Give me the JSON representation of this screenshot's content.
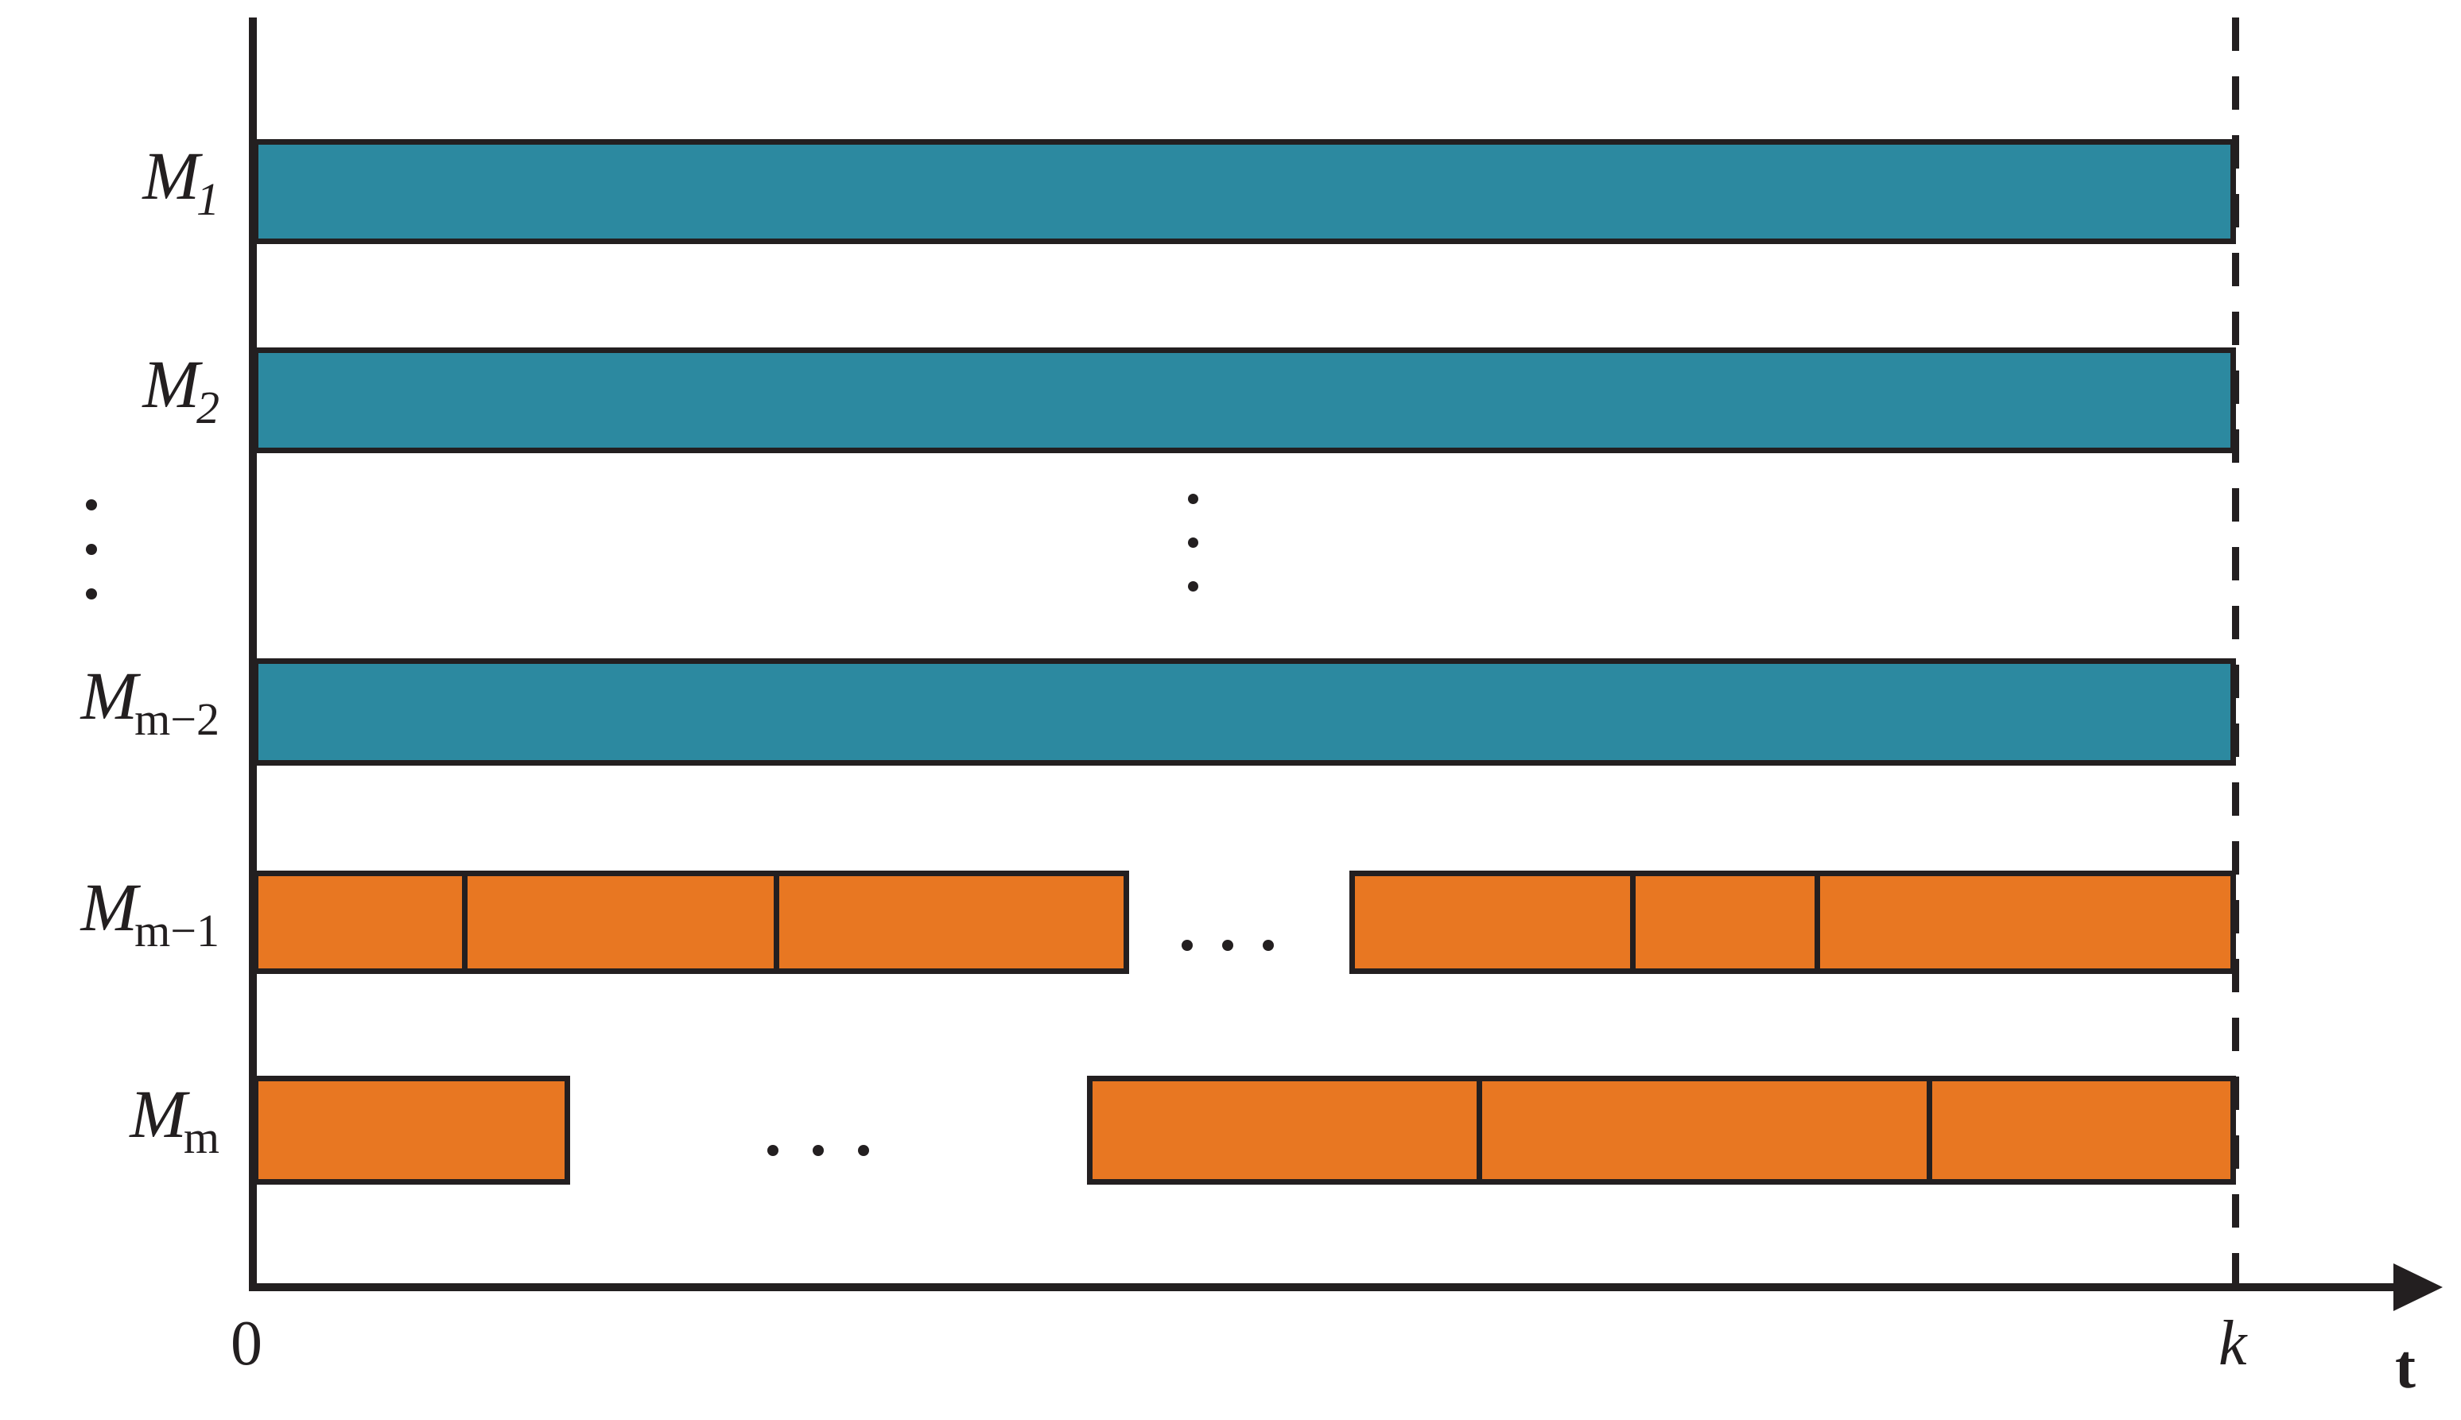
{
  "figure": {
    "type": "gantt-schedule-diagram",
    "description": "Machine schedule Gantt chart over time horizon 0 to k"
  },
  "colors": {
    "teal": "#2c89a0",
    "orange": "#e87722",
    "stroke": "#231f20",
    "background": "#ffffff"
  },
  "axes": {
    "x_name": "t",
    "x_ticks": [
      {
        "id": "origin",
        "label": "0"
      },
      {
        "id": "deadline",
        "label": "k"
      }
    ],
    "y_origin_label": "0",
    "deadline_style": "dashed"
  },
  "rows": [
    {
      "id": "M1",
      "label_base": "M",
      "label_sub": "1",
      "sub_italic": true,
      "color": "teal",
      "segments": [
        {
          "start": 0,
          "end": 1,
          "dividers": []
        }
      ],
      "trailing_ellipsis": false
    },
    {
      "id": "M2",
      "label_base": "M",
      "label_sub": "2",
      "sub_italic": true,
      "color": "teal",
      "segments": [
        {
          "start": 0,
          "end": 1,
          "dividers": []
        }
      ],
      "trailing_ellipsis": false
    },
    {
      "id": "Mm-2",
      "label_base": "M",
      "label_sub": "m−2",
      "sub_italic": false,
      "color": "teal",
      "segments": [
        {
          "start": 0,
          "end": 1,
          "dividers": []
        }
      ],
      "trailing_ellipsis": false
    },
    {
      "id": "Mm-1",
      "label_base": "M",
      "label_sub": "m−1",
      "sub_italic": false,
      "color": "orange",
      "segments": [
        {
          "start": 0.0,
          "end": 0.441,
          "dividers": [
            0.105,
            0.262
          ]
        },
        {
          "start": 0.553,
          "end": 1.0,
          "dividers": [
            0.622,
            0.668
          ]
        }
      ],
      "trailing_ellipsis": true
    },
    {
      "id": "Mm",
      "label_base": "M",
      "label_sub": "m",
      "sub_italic": false,
      "color": "orange",
      "segments": [
        {
          "start": 0.0,
          "end": 0.159,
          "dividers": []
        },
        {
          "start": 0.42,
          "end": 1.0,
          "dividers": [
            0.616,
            0.841
          ]
        }
      ],
      "trailing_ellipsis": true
    }
  ],
  "ellipses": {
    "vertical_left": {
      "count": 3,
      "orientation": "vertical"
    },
    "vertical_center": {
      "count": 3,
      "orientation": "vertical"
    },
    "horizontal_row_mm1": {
      "count": 3,
      "orientation": "horizontal"
    },
    "horizontal_row_mm": {
      "count": 3,
      "orientation": "horizontal"
    }
  }
}
